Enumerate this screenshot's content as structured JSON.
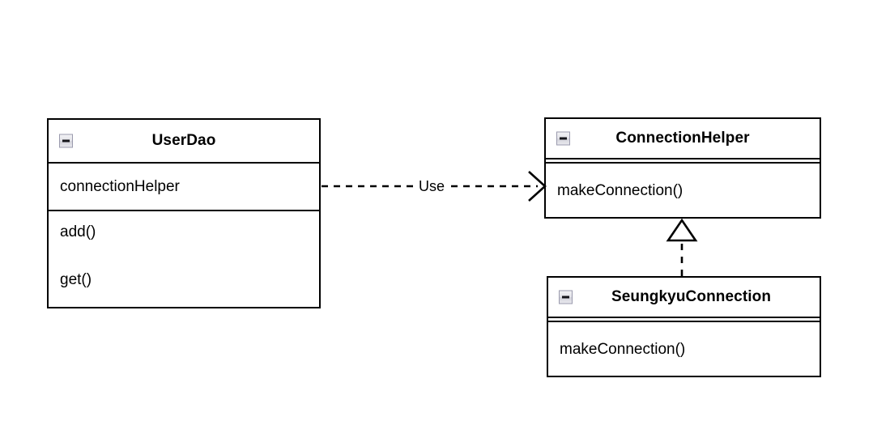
{
  "diagram": {
    "type": "uml-class-diagram",
    "background_color": "#ffffff",
    "line_color": "#000000"
  },
  "classes": [
    {
      "id": "user-dao",
      "name": "UserDao",
      "icon": "collapse-minus-icon",
      "attributes": [
        "connectionHelper"
      ],
      "methods": [
        "add()",
        "get()"
      ],
      "has_empty_attribute_compartment": false
    },
    {
      "id": "connection-helper",
      "name": "ConnectionHelper",
      "icon": "collapse-minus-icon",
      "attributes": [],
      "methods": [
        "makeConnection()"
      ],
      "has_empty_attribute_compartment": true
    },
    {
      "id": "seungkyu-connection",
      "name": "SeungkyuConnection",
      "icon": "collapse-minus-icon",
      "attributes": [],
      "methods": [
        "makeConnection()"
      ],
      "has_empty_attribute_compartment": true
    }
  ],
  "relationships": [
    {
      "id": "dependency-use",
      "kind": "dependency",
      "label": "Use",
      "line_style": "dashed",
      "arrowhead": "open-v",
      "from": "UserDao",
      "to": "ConnectionHelper"
    },
    {
      "id": "realization-implements",
      "kind": "realization",
      "label": "",
      "line_style": "dashed",
      "arrowhead": "hollow-triangle",
      "from": "SeungkyuConnection",
      "to": "ConnectionHelper"
    }
  ]
}
